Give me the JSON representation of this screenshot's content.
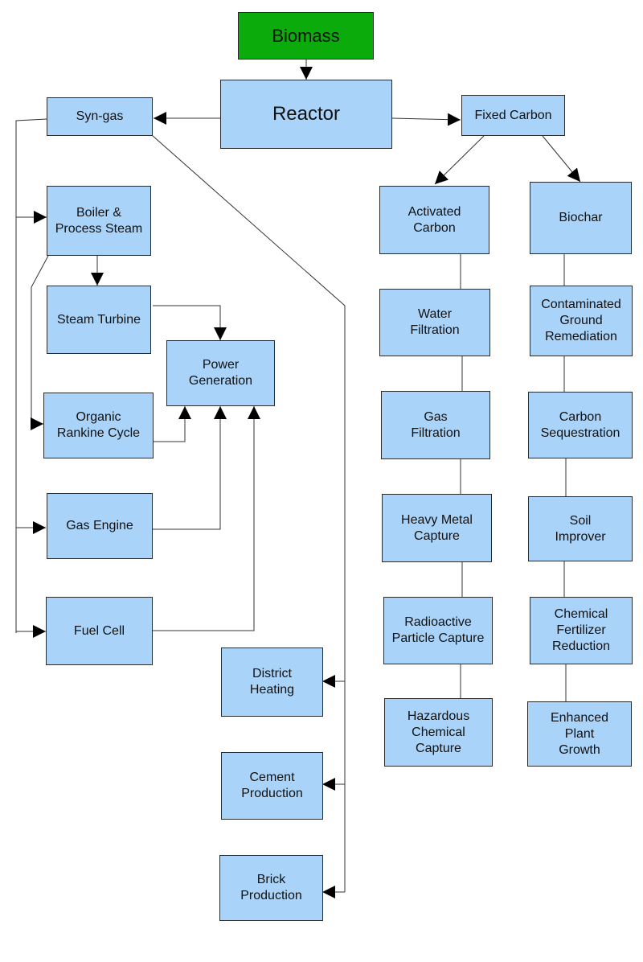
{
  "colors": {
    "source_fill": "#0aab0a",
    "node_fill": "#a9d3f8",
    "border": "#2a2a2a",
    "connector": "#333333"
  },
  "nodes": {
    "biomass": "Biomass",
    "reactor": "Reactor",
    "syngas": "Syn-gas",
    "fixed_carbon": "Fixed Carbon",
    "boiler": "Boiler &\nProcess Steam",
    "steam_turbine": "Steam Turbine",
    "power_generation": "Power\nGeneration",
    "orc": "Organic\nRankine Cycle",
    "gas_engine": "Gas Engine",
    "fuel_cell": "Fuel Cell",
    "district_heating": "District\nHeating",
    "cement": "Cement\nProduction",
    "brick": "Brick\nProduction",
    "activated_carbon": "Activated\nCarbon",
    "water_filtration": "Water\nFiltration",
    "gas_filtration": "Gas\nFiltration",
    "heavy_metal": "Heavy Metal\nCapture",
    "radioactive": "Radioactive\nParticle Capture",
    "hazardous": "Hazardous\nChemical\nCapture",
    "biochar": "Biochar",
    "contaminated": "Contaminated\nGround\nRemediation",
    "carbon_seq": "Carbon\nSequestration",
    "soil": "Soil\nImprover",
    "fertilizer": "Chemical\nFertilizer\nReduction",
    "plant_growth": "Enhanced\nPlant\nGrowth"
  }
}
